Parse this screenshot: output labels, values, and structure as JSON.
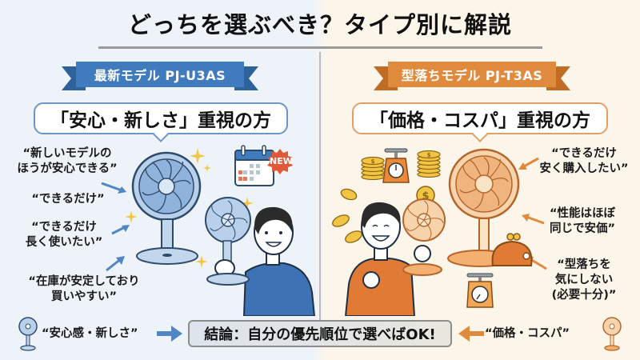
{
  "title": "どっちを選ぶべき？タイプ別に解説",
  "left": {
    "ribbon": "最新モデル PJ-U3AS",
    "bubble": "「安心・新しさ」重視の方",
    "badge": "NEW",
    "quotes": [
      "“新しいモデルの\nほうが安心できる”",
      "“できるだけ”",
      "“できるだけ\n長く使いたい”",
      "“在庫が安定しており\n買いやすい”"
    ],
    "accent": "#3f7bbd"
  },
  "right": {
    "ribbon": "型落ちモデル PJ-T3AS",
    "bubble": "「価格・コスパ」重視の方",
    "coin_symbol": "$",
    "quotes": [
      "“できるだけ\n安く購入したい”",
      "“性能はほぼ\n同じで安価”",
      "“型落ちを\n気にしない\n(必要十分)”"
    ],
    "accent": "#e08a3e"
  },
  "bottom": {
    "left_label": "“安心感・新しさ”",
    "conclusion": "結論：自分の優先順位で選べばOK!",
    "right_label": "“価格・コスパ”"
  }
}
